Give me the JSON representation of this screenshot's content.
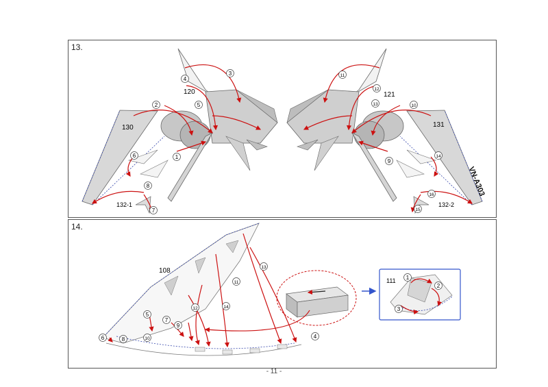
{
  "page_number": "- 11 -",
  "step13": {
    "title": "13.",
    "left_part_label": "120",
    "left_wing_label": "130",
    "left_fin_label": "132-1",
    "right_part_label": "121",
    "right_wing_label": "131",
    "right_fin_label": "132-2",
    "wing_text": "VN-A303",
    "left_steps": [
      "1",
      "2",
      "3",
      "4",
      "5",
      "6",
      "7",
      "8"
    ],
    "right_steps": [
      "9",
      "10",
      "11",
      "12",
      "13",
      "14",
      "15",
      "16"
    ]
  },
  "step14": {
    "title": "14.",
    "part_label": "108",
    "inset_label": "111",
    "steps": [
      "1",
      "2",
      "3",
      "4",
      "5",
      "6",
      "7",
      "8",
      "9",
      "10",
      "11",
      "12",
      "13",
      "14"
    ]
  },
  "colors": {
    "arrow": "#cc1111",
    "inset_border": "#3355cc",
    "part_fill": "#d8d8d8",
    "dash": "#3344aa"
  }
}
